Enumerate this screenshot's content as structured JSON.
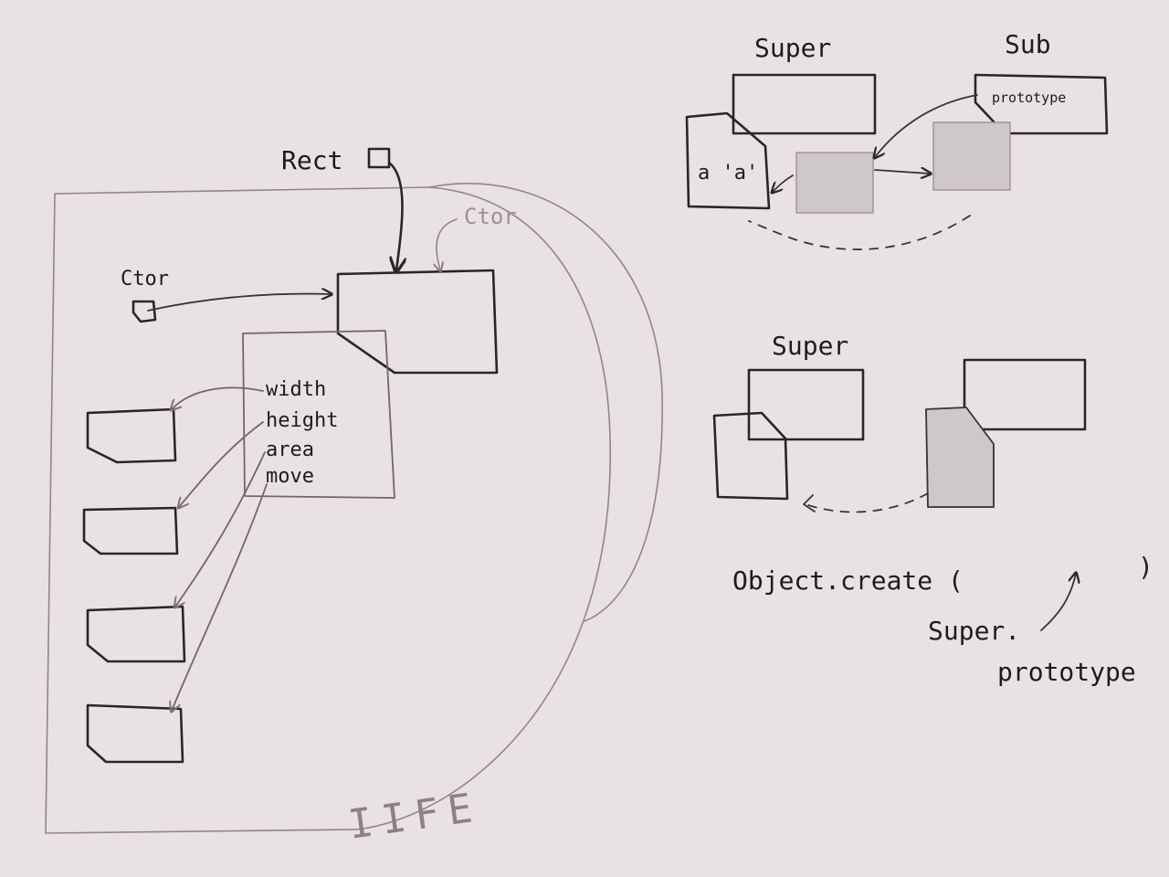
{
  "left_diagram": {
    "iife_label": "IIFE",
    "rect_label": "Rect",
    "ctor_label": "Ctor",
    "ctor_faint_label": "Ctor",
    "methods": [
      "width",
      "height",
      "area",
      "move"
    ]
  },
  "top_right_diagram": {
    "super_label": "Super",
    "sub_label": "Sub",
    "prototype_label": "prototype",
    "property_label": "a 'a'"
  },
  "bottom_right_diagram": {
    "super_label": "Super",
    "code_label": "Object.create (",
    "close_paren": ")",
    "arg_line1": "Super.",
    "arg_line2": "prototype"
  },
  "colors": {
    "paper": "#e9e2e4",
    "ink": "#2b2626",
    "pencil": "#8f8789"
  }
}
